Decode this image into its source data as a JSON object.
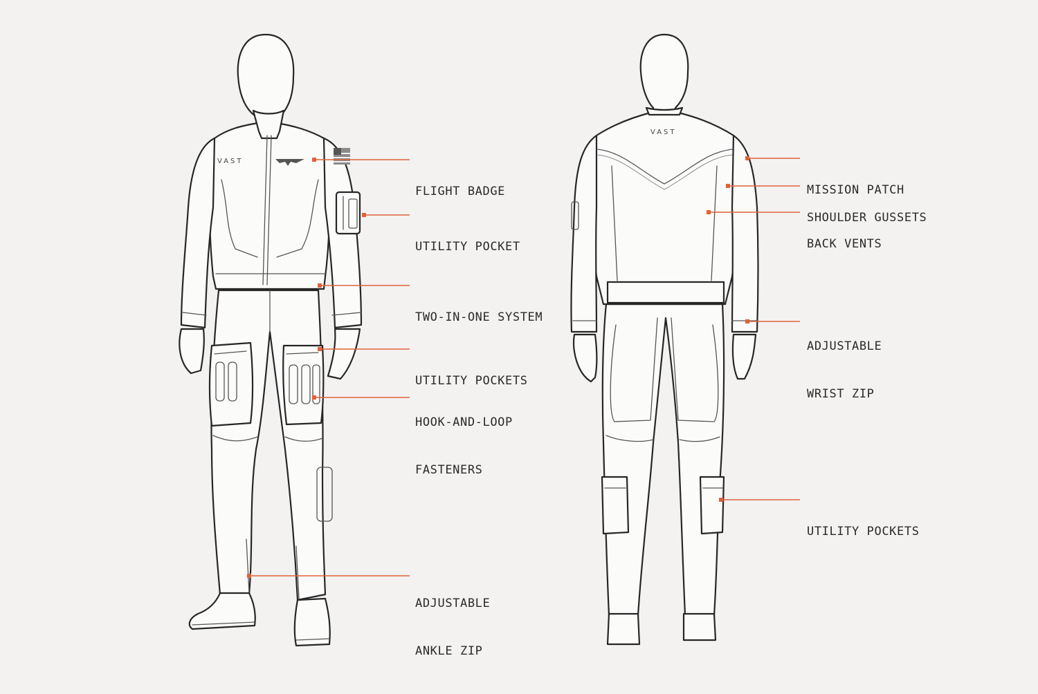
{
  "diagram": {
    "subject": "Flight suit technical illustration",
    "views": [
      "front",
      "back"
    ],
    "brand_mark": "VAST",
    "accent_color": "#e0623a",
    "background_color": "#f3f2f0",
    "line_color": "#262626"
  },
  "front": {
    "callouts": [
      {
        "lines": [
          "FLIGHT BADGE"
        ]
      },
      {
        "lines": [
          "UTILITY POCKET"
        ]
      },
      {
        "lines": [
          "TWO-IN-ONE SYSTEM"
        ]
      },
      {
        "lines": [
          "UTILITY POCKETS"
        ]
      },
      {
        "lines": [
          "HOOK-AND-LOOP",
          "FASTENERS"
        ]
      },
      {
        "lines": [
          "ADJUSTABLE",
          "ANKLE ZIP"
        ]
      }
    ]
  },
  "back": {
    "callouts": [
      {
        "lines": [
          "MISSION PATCH"
        ]
      },
      {
        "lines": [
          "SHOULDER GUSSETS"
        ]
      },
      {
        "lines": [
          "BACK VENTS"
        ]
      },
      {
        "lines": [
          "ADJUSTABLE",
          "WRIST ZIP"
        ]
      },
      {
        "lines": [
          "UTILITY POCKETS"
        ]
      }
    ]
  }
}
